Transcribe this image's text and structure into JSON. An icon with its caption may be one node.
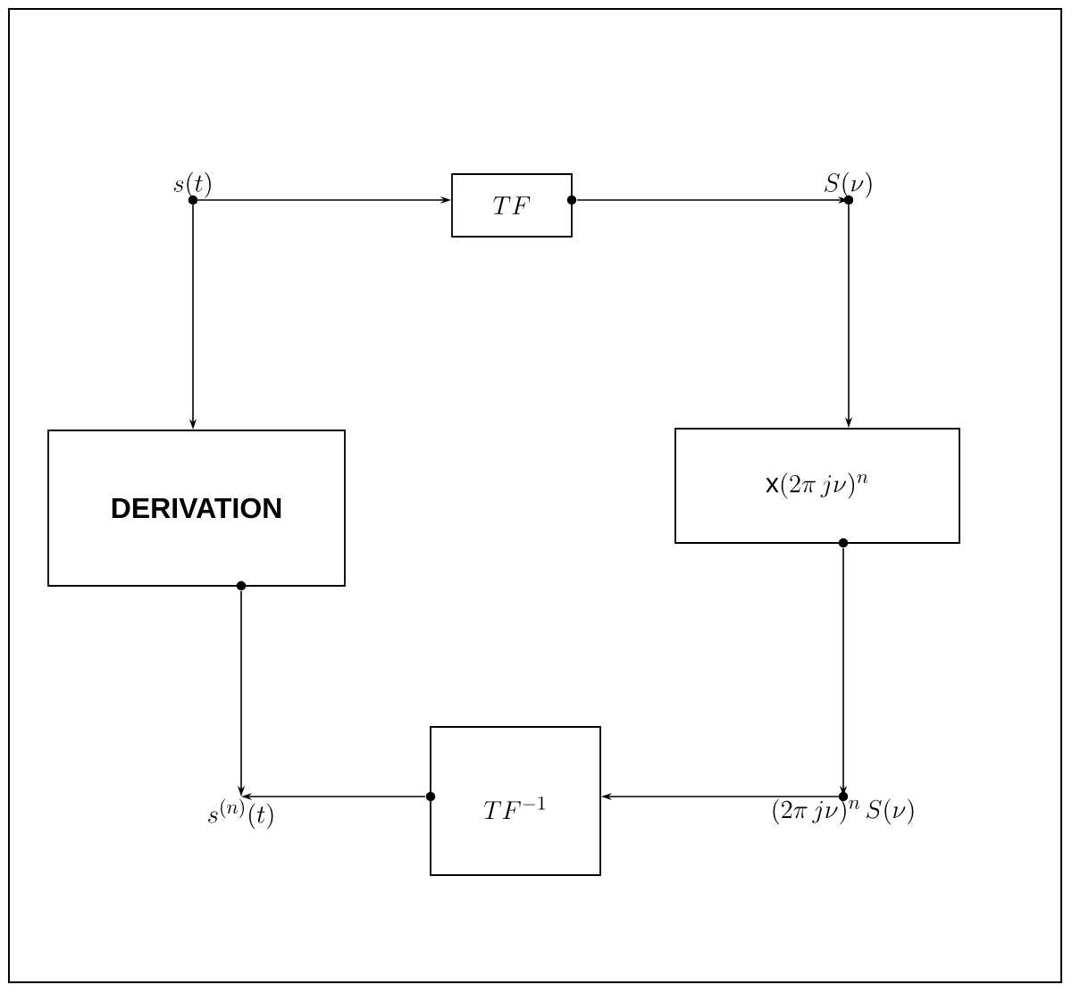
{
  "diagram": {
    "nodes": [
      {
        "text": [
          "s(t)"
        ]
      },
      {
        "text": [
          "TF"
        ]
      },
      {
        "text": [
          "S(\\nu)"
        ]
      },
      {
        "text": [
          "DERIVATION"
        ]
      },
      {
        "text": [
          "\\mathrm{x}(2\\pi\\, j\\nu)^n"
        ]
      },
      {
        "text": [
          "TF^{-1}"
        ]
      },
      {
        "text": [
          "s^{(n)}(t)"
        ]
      },
      {
        "text": [
          "(2\\pi\\, j\\nu)^n\\, S(\\nu)"
        ]
      }
    ],
    "edges": [
      {
        "from": 0,
        "to": 1,
        "arrow": "to"
      },
      {
        "from": 1,
        "to": 2,
        "arrow": "to"
      },
      {
        "from": 0,
        "to": 3,
        "arrow": "to"
      },
      {
        "from": 2,
        "to": 4,
        "arrow": "to"
      },
      {
        "from": 4,
        "to": 7,
        "arrow": "to"
      },
      {
        "from": 7,
        "to": 5,
        "arrow": "to"
      },
      {
        "from": 5,
        "to": 6,
        "arrow": "to"
      },
      {
        "from": 3,
        "to": 6,
        "arrow": "to"
      }
    ]
  }
}
